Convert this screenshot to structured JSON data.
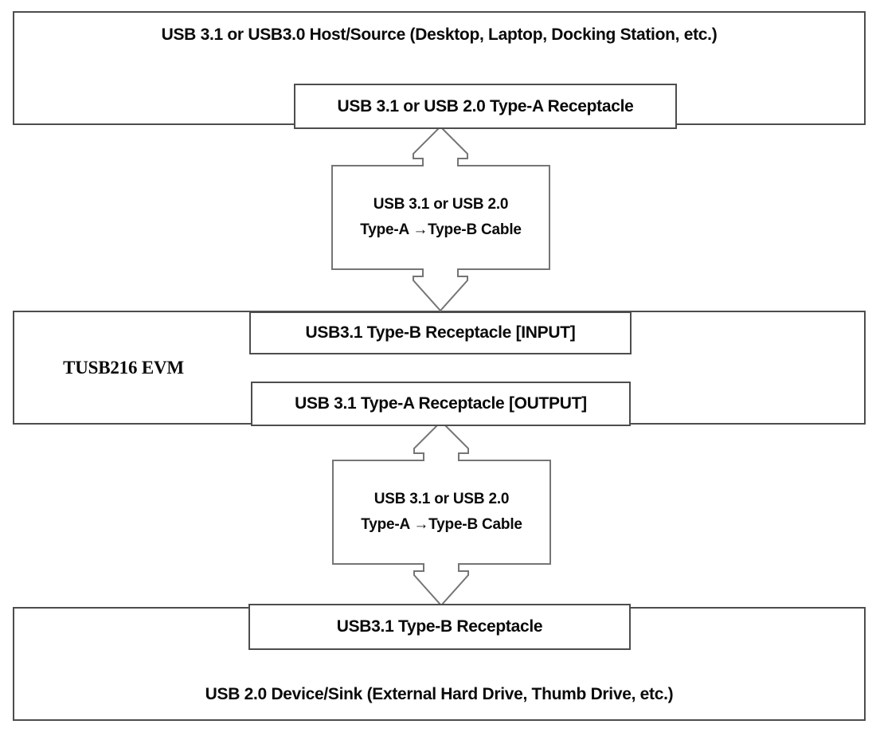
{
  "diagram": {
    "host": {
      "title": "USB 3.1 or USB3.0 Host/Source (Desktop, Laptop, Docking Station, etc.)",
      "receptacle": "USB 3.1 or USB 2.0 Type-A Receptacle"
    },
    "cable_top": {
      "line1": "USB 3.1 or USB 2.0",
      "line2": "Type-A →Type-B Cable"
    },
    "evm": {
      "label": "TUSB216 EVM",
      "input_receptacle": "USB3.1 Type-B Receptacle [INPUT]",
      "output_receptacle": "USB 3.1 Type-A Receptacle [OUTPUT]"
    },
    "cable_bottom": {
      "line1": "USB 3.1 or USB 2.0",
      "line2": "Type-A →Type-B Cable"
    },
    "device": {
      "receptacle": "USB3.1 Type-B Receptacle",
      "title": "USB 2.0 Device/Sink (External Hard Drive, Thumb Drive, etc.)"
    },
    "colors": {
      "background": "#ffffff",
      "box_border": "#4d4d4d",
      "arrow_stroke": "#757575",
      "text": "#0a0a0a"
    }
  }
}
